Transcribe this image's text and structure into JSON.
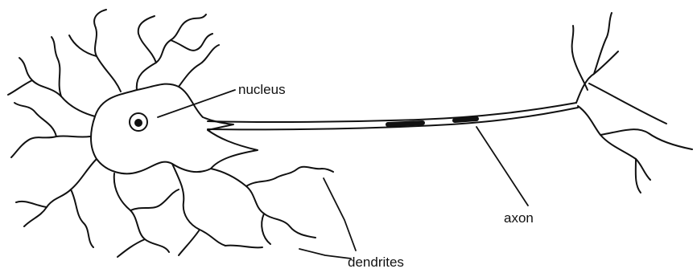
{
  "labels": {
    "nucleus": "nucleus",
    "axon": "axon",
    "dendrites": "dendrites"
  },
  "colors": {
    "ink": "#111111",
    "cell_body_fill": "#d6d6d6",
    "background": "#ffffff"
  }
}
